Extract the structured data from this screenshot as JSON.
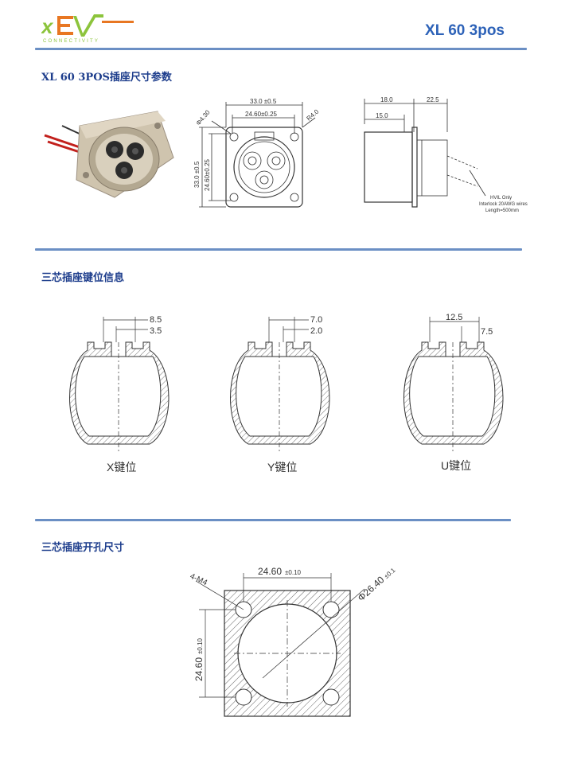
{
  "header": {
    "logo_text": "xEV",
    "logo_sub": "CONNECTIVITY",
    "title": "XL 60 3pos"
  },
  "sections": [
    {
      "heading": "XL 60 3POS插座尺寸参数",
      "front_view": {
        "width": "33.0 ±0.5",
        "pitch": "24.60±0.25",
        "hole_dia": "Φ4.30",
        "radius": "R4.0",
        "height": "33.0 ±0.5",
        "height_pitch": "24.60±0.25"
      },
      "side_view": {
        "depth1": "18.0",
        "depth2": "22.5",
        "depth3": "15.0",
        "note_1": "HVIL Only",
        "note_2": "Interlock 20AWG wires",
        "note_3": "Length=500mm"
      }
    },
    {
      "heading": "三芯插座键位信息",
      "keys": [
        {
          "caption": "X键位",
          "dim_outer": "8.5",
          "dim_inner": "3.5"
        },
        {
          "caption": "Y键位",
          "dim_outer": "7.0",
          "dim_inner": "2.0"
        },
        {
          "caption": "U键位",
          "dim_outer": "12.5",
          "dim_inner": "7.5"
        }
      ]
    },
    {
      "heading": "三芯插座开孔尺寸",
      "cutout": {
        "pitch_h": "24.60",
        "pitch_h_tol": "±0.10",
        "pitch_v": "24.60",
        "pitch_v_tol": "±0.10",
        "holes": "4-M4",
        "bore": "Φ26.40",
        "bore_tol": "±0.1"
      }
    }
  ]
}
